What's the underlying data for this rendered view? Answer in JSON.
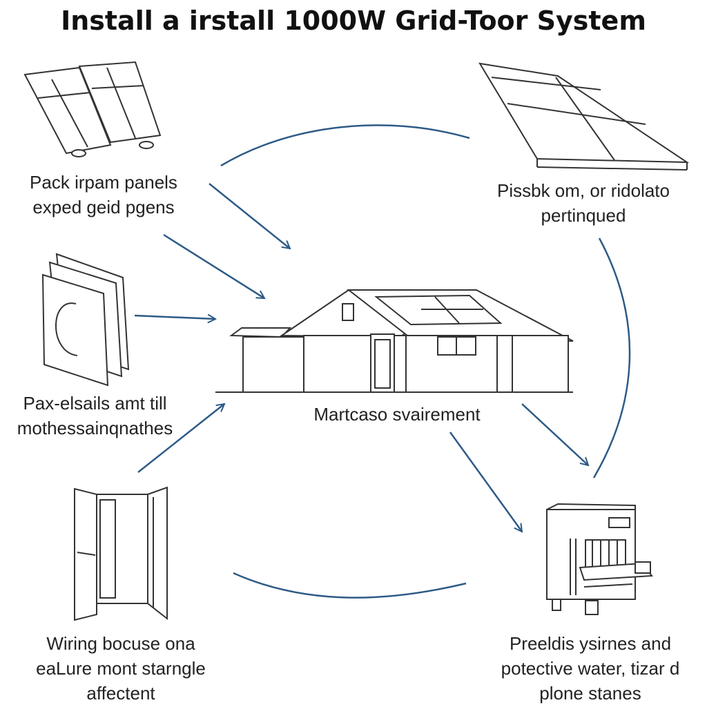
{
  "title": "Install a irstall 1000W Grid-Toor System",
  "labels": {
    "panels": [
      "Pack irpam panels",
      "exped geid pgens"
    ],
    "mount": [
      "Pissbk om, or ridolato",
      "pertinqued"
    ],
    "battery": [
      "Pax-elsails amt till",
      "mothessainqnathes"
    ],
    "house": [
      "Martcaso svairement"
    ],
    "wiring": [
      "Wiring bocuse ona",
      "eaLure mont starngle",
      "affectent"
    ],
    "inverter": [
      "Preeldis ysirnes and",
      "potective water, tizar d",
      "plone stanes"
    ]
  },
  "colors": {
    "arrow": "#2d5a86",
    "line": "#333333",
    "background": "#ffffff"
  },
  "icons": [
    "solar-panels-icon",
    "mounting-panel-icon",
    "battery-cabinet-icon",
    "house-icon",
    "electrical-enclosure-icon",
    "inverter-icon"
  ]
}
